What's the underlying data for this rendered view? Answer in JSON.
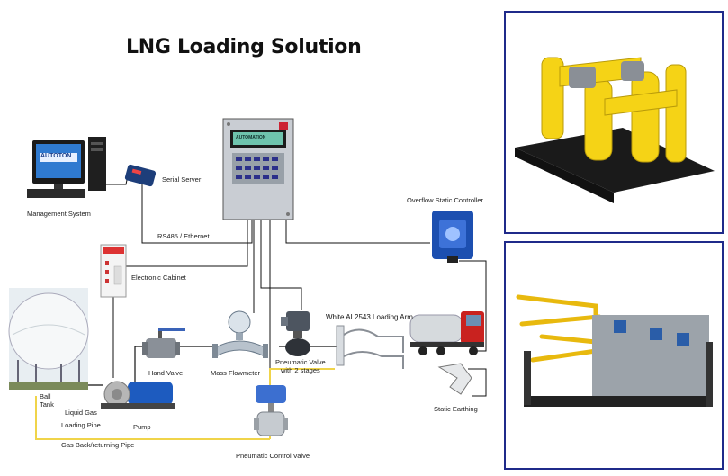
{
  "title": "LNG Loading Solution",
  "labels": {
    "management_system": "Management System",
    "serial_server": "Serial Server",
    "rs485": "RS485 / Ethernet",
    "electronic_cabinet": "Electronic Cabinet",
    "overflow": "Overflow Static Controller",
    "loading_arm": "White AL2543 Loading Arm",
    "hand_valve": "Hand Valve",
    "mass_flowmeter": "Mass Flowmeter",
    "pneumatic_valve": "Pneumatic Valve\nwith 2 stages",
    "static_earthing": "Static Earthing",
    "ball_tank": "Ball\nTank",
    "liquid_gas": "Liquid Gas",
    "pump": "Pump",
    "loading_pipe": "Loading Pipe",
    "gas_back_pipe": "Gas Back/returning Pipe",
    "pneumatic_control_valve": "Pneumatic Control Valve",
    "monitor_brand": "AUTOTON",
    "controller_brand": "AUTOMATION"
  },
  "colors": {
    "frame": "#1f2a8a",
    "pipe_yellow": "#f0d44a",
    "line_dark": "#111111",
    "line_gray": "#777777",
    "equip_yellow": "#f2d21a",
    "enclosure_blue": "#1c4fb0"
  }
}
